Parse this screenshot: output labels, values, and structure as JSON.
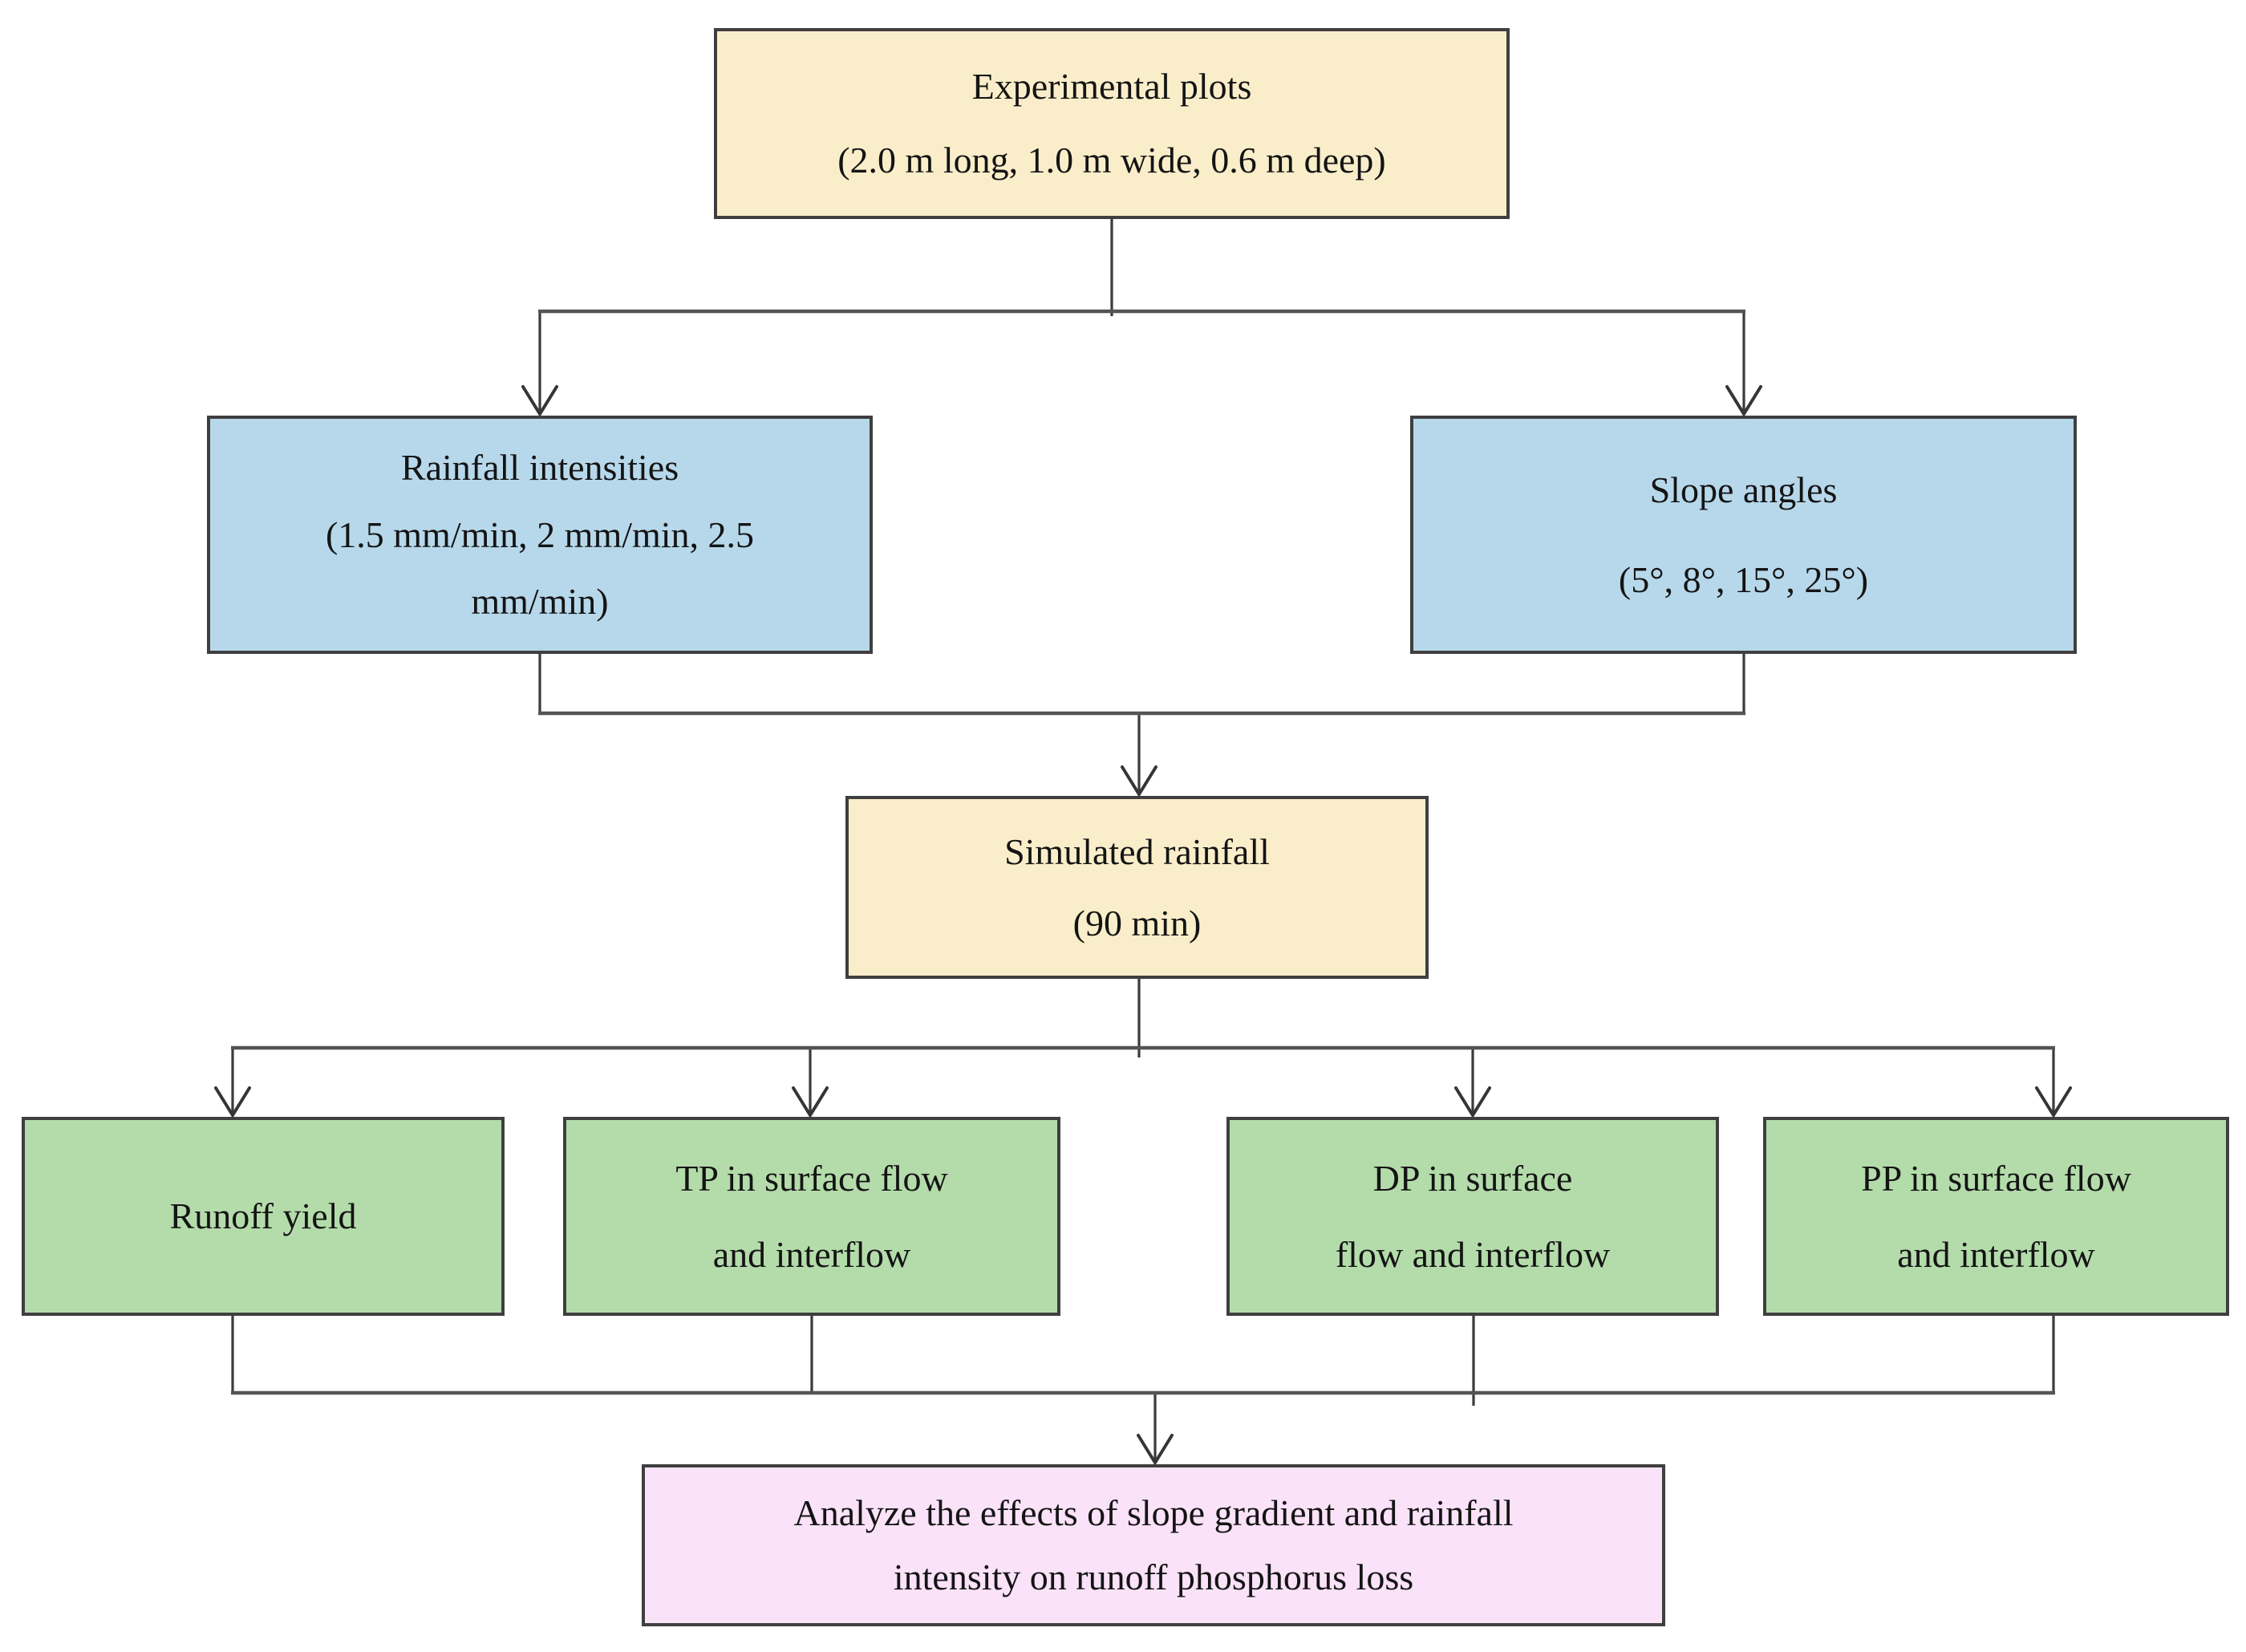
{
  "diagram": {
    "type": "flowchart",
    "background": "#ffffff",
    "palette": {
      "cream_box": "#FAEECA",
      "blue_box": "#B7D8EB",
      "green_box": "#B4DCAB",
      "pink_box": "#FAE2F8",
      "box_border": "#3f3f3f",
      "connector_line": "#3b3b3b"
    },
    "nodes": {
      "experimental_plots": {
        "lines": [
          "Experimental plots",
          "(2.0 m long, 1.0 m wide, 0.6 m deep)"
        ],
        "fill": "#FAEECA"
      },
      "rainfall_intensities": {
        "lines": [
          "Rainfall intensities",
          "(1.5 mm/min, 2 mm/min, 2.5",
          "mm/min)"
        ],
        "fill": "#B7D8EB"
      },
      "slope_angles": {
        "lines": [
          "Slope angles",
          "(5°, 8°, 15°, 25°)"
        ],
        "fill": "#B7D8EB"
      },
      "simulated_rainfall": {
        "lines": [
          "Simulated rainfall",
          "(90 min)"
        ],
        "fill": "#FAEECA"
      },
      "runoff_yield": {
        "lines": [
          "Runoff yield"
        ],
        "fill": "#B4DCAB"
      },
      "tp_surface_interflow": {
        "lines": [
          "TP in surface flow",
          "and interflow"
        ],
        "fill": "#B4DCAB"
      },
      "dp_surface_interflow": {
        "lines": [
          "DP in surface",
          "flow and interflow"
        ],
        "fill": "#B4DCAB"
      },
      "pp_surface_interflow": {
        "lines": [
          "PP in surface flow",
          "and interflow"
        ],
        "fill": "#B4DCAB"
      },
      "analyze_effects": {
        "lines": [
          "Analyze the effects of slope gradient and rainfall",
          "intensity on runoff phosphorus loss"
        ],
        "fill": "#FAE2F8"
      }
    },
    "edges": [
      {
        "from": "experimental_plots",
        "to": "rainfall_intensities"
      },
      {
        "from": "experimental_plots",
        "to": "slope_angles"
      },
      {
        "from": "rainfall_intensities",
        "to": "simulated_rainfall"
      },
      {
        "from": "slope_angles",
        "to": "simulated_rainfall"
      },
      {
        "from": "simulated_rainfall",
        "to": "runoff_yield"
      },
      {
        "from": "simulated_rainfall",
        "to": "tp_surface_interflow"
      },
      {
        "from": "simulated_rainfall",
        "to": "dp_surface_interflow"
      },
      {
        "from": "simulated_rainfall",
        "to": "pp_surface_interflow"
      },
      {
        "from": "runoff_yield",
        "to": "analyze_effects"
      },
      {
        "from": "tp_surface_interflow",
        "to": "analyze_effects"
      },
      {
        "from": "dp_surface_interflow",
        "to": "analyze_effects"
      },
      {
        "from": "pp_surface_interflow",
        "to": "analyze_effects"
      }
    ]
  }
}
